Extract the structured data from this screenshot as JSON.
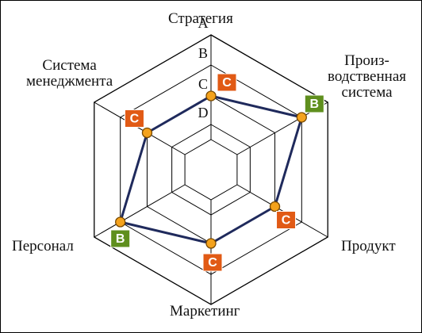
{
  "chart_data": {
    "type": "radar",
    "axes": [
      "Стратегия",
      "Производственная система",
      "Продукт",
      "Маркетинг",
      "Персонал",
      "Система менеджмента"
    ],
    "axis_display": {
      "strategy": {
        "text": "Стратегия"
      },
      "production_system": {
        "lines": [
          "Произ-",
          "водственная",
          "система"
        ]
      },
      "product": {
        "text": "Продукт"
      },
      "marketing": {
        "text": "Маркетинг"
      },
      "personnel": {
        "text": "Персонал"
      },
      "management_system": {
        "lines": [
          "Система",
          "менеджмента"
        ]
      }
    },
    "levels": [
      "A",
      "B",
      "C",
      "D"
    ],
    "values": [
      "C",
      "B",
      "C",
      "C",
      "B",
      "C"
    ],
    "grid": true,
    "colors": {
      "outline": "#1f2a5c",
      "marker_fill": "#f4a21c",
      "marker_stroke": "#7a4a00",
      "badge_b": "#5f8f1e",
      "badge_c": "#e15a15",
      "badge_text": "#ffffff",
      "grid": "#000000"
    }
  }
}
